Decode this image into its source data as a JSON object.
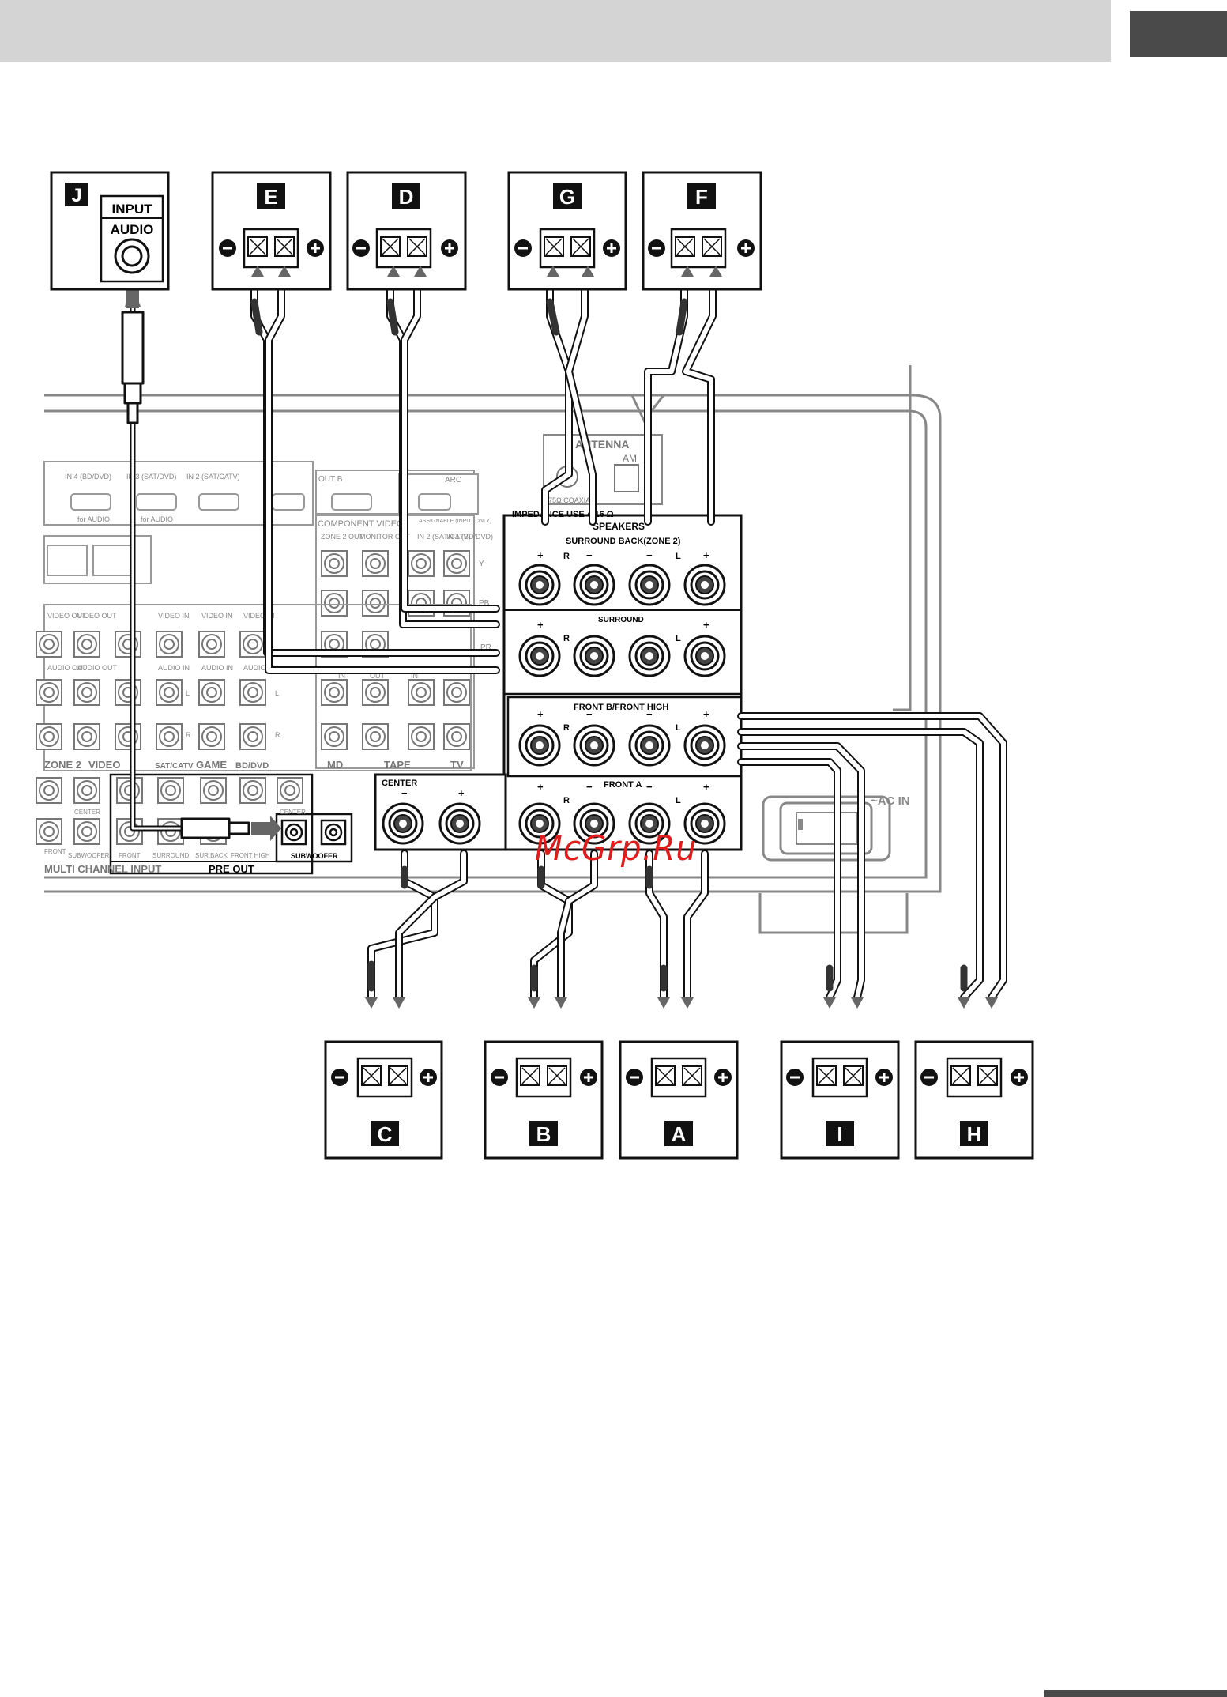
{
  "speakers": {
    "J": {
      "letter": "J",
      "label_1": "INPUT",
      "label_2": "AUDIO"
    },
    "E": {
      "letter": "E"
    },
    "D": {
      "letter": "D"
    },
    "G": {
      "letter": "G"
    },
    "F": {
      "letter": "F"
    },
    "C": {
      "letter": "C"
    },
    "B": {
      "letter": "B"
    },
    "A": {
      "letter": "A"
    },
    "I": {
      "letter": "I"
    },
    "H": {
      "letter": "H"
    }
  },
  "receiver": {
    "antenna": "ANTENNA",
    "am": "AM",
    "coax": "75Ω COAXIAL",
    "impedance": "IMPEDANCE USE 4-16 Ω",
    "speakers": "SPEAKERS",
    "surround_back": "SURROUND BACK(ZONE 2)",
    "surround": "SURROUND",
    "front_b": "FRONT B/FRONT HIGH",
    "front_a": "FRONT A",
    "center": "CENTER",
    "ac_in": "~AC IN",
    "pre_out": "PRE OUT",
    "subwoofer": "SUBWOOFER",
    "component_video": "COMPONENT VIDEO",
    "out_b": "OUT B",
    "arc": "ARC",
    "zone2_out": "ZONE 2 OUT",
    "monitor_out": "MONITOR OUT",
    "assignable": "ASSIGNABLE (INPUT ONLY)",
    "in2_catv": "IN 2 (SAT/CATV)",
    "in1_bd": "IN 1 (BD/DVD)",
    "in4": "IN 4 (BD/DVD)",
    "in3": "IN 3 (SAT/DVD)",
    "in2": "IN 2 (SAT/CATV)",
    "for_audio": "for AUDIO",
    "video_out": "VIDEO OUT",
    "video_in": "VIDEO IN",
    "audio_out": "AUDIO OUT",
    "audio_in": "AUDIO IN",
    "in": "IN",
    "out": "OUT",
    "groups": [
      "ZONE 2",
      "VIDEO",
      "SAT/CATV",
      "GAME",
      "BD/DVD",
      "MD",
      "TAPE",
      "TV"
    ],
    "pre_out_labels": [
      "FRONT",
      "SURROUND",
      "SUR.BACK",
      "FRONT HIGH",
      "CENTER",
      "SUBWOOFER"
    ],
    "multi_input": "MULTI CHANNEL INPUT",
    "y": "Y",
    "pb": "PB",
    "pr": "PR",
    "l": "L",
    "r": "R",
    "plus": "+",
    "minus": "−"
  },
  "watermark": "McGrp.Ru"
}
